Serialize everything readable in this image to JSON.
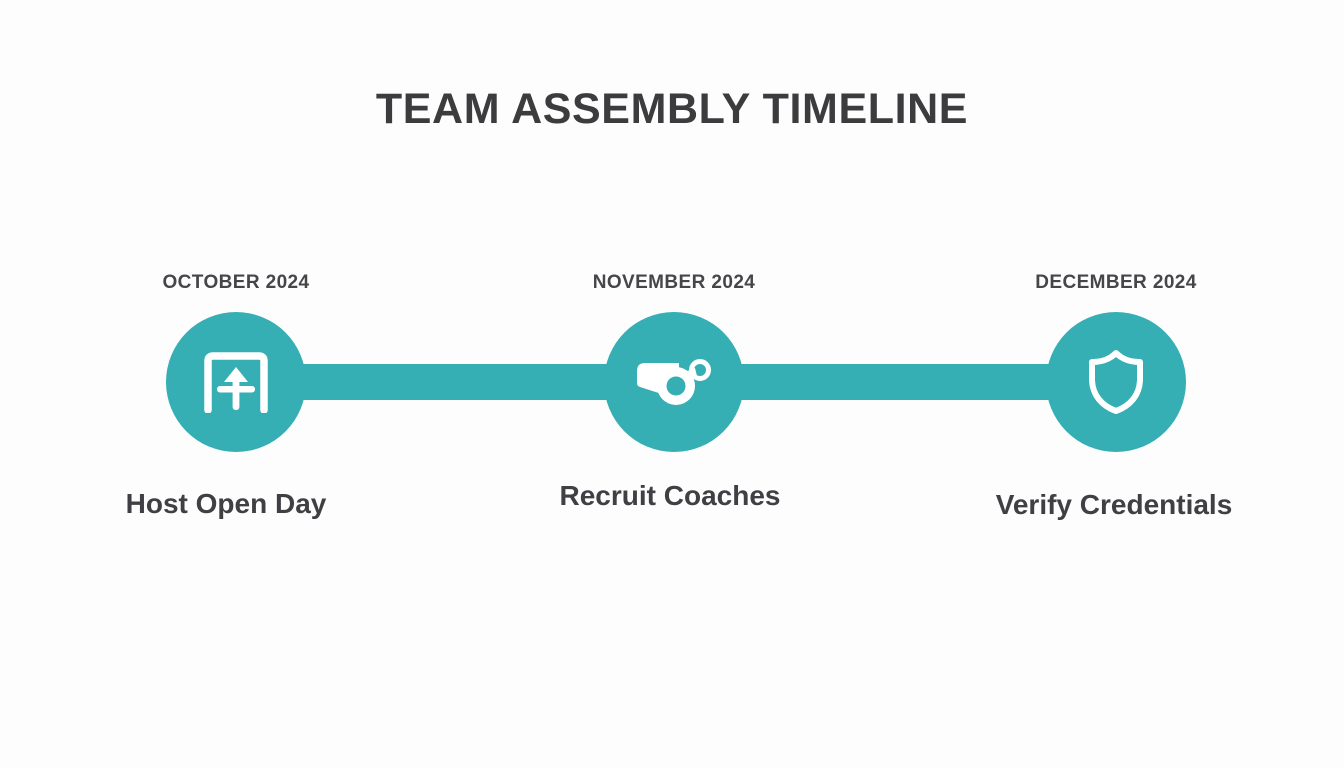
{
  "slide": {
    "title": "TEAM ASSEMBLY TIMELINE",
    "background_color": "#fdfdfd",
    "accent_color": "#35aeb4",
    "title_color": "#3c3c3e",
    "label_color": "#3f3f44",
    "date_color": "#46464a"
  },
  "chart_data": {
    "type": "timeline",
    "title": "TEAM ASSEMBLY TIMELINE",
    "orientation": "horizontal",
    "milestone_count": 3,
    "milestones": [
      {
        "date": "OCTOBER 2024",
        "label": "Host Open Day",
        "icon": "goal-post-arrow-icon",
        "order": 1
      },
      {
        "date": "NOVEMBER 2024",
        "label": "Recruit Coaches",
        "icon": "whistle-icon",
        "order": 2
      },
      {
        "date": "DECEMBER 2024",
        "label": "Verify Credentials",
        "icon": "shield-icon",
        "order": 3
      }
    ]
  }
}
